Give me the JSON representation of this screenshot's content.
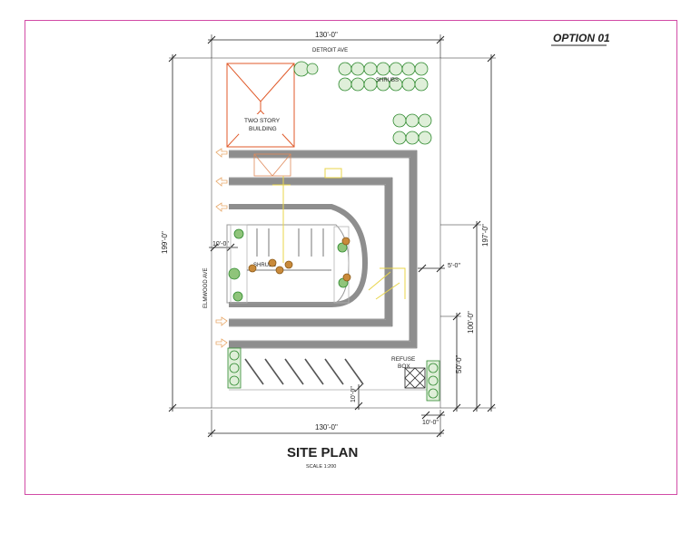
{
  "sheet": {
    "option_label": "OPTION 01",
    "title": "SITE PLAN",
    "scale": "SCALE 1:200"
  },
  "dimensions": {
    "top_width": "130'-0\"",
    "bottom_width": "130'-0\"",
    "left_height": "199'-0\"",
    "right_height": "197'-0\"",
    "right_inner_100": "100'-0\"",
    "right_inner_50": "50'-0\"",
    "setback_5": "5'-0\"",
    "setback_10_left": "10'-0\"",
    "setback_10_bottom": "10'-0\"",
    "setback_10_right": "10'-0\""
  },
  "labels": {
    "street_top": "DETROIT AVE",
    "street_left": "ELMWOOD AVE",
    "shrubs_top": "SHRUBS",
    "shrubs_island": "SHRUBS",
    "building_line1": "TWO STORY",
    "building_line2": "BUILDING",
    "refuse_line1": "REFUSE",
    "refuse_line2": "BOX"
  },
  "colors": {
    "border": "#d24ba6",
    "building": "#e05a2a",
    "road": "#8e8e8e",
    "shrub": "#2f8a2f",
    "accent_yellow": "#e8d54a",
    "tree": "#b06a1e"
  }
}
